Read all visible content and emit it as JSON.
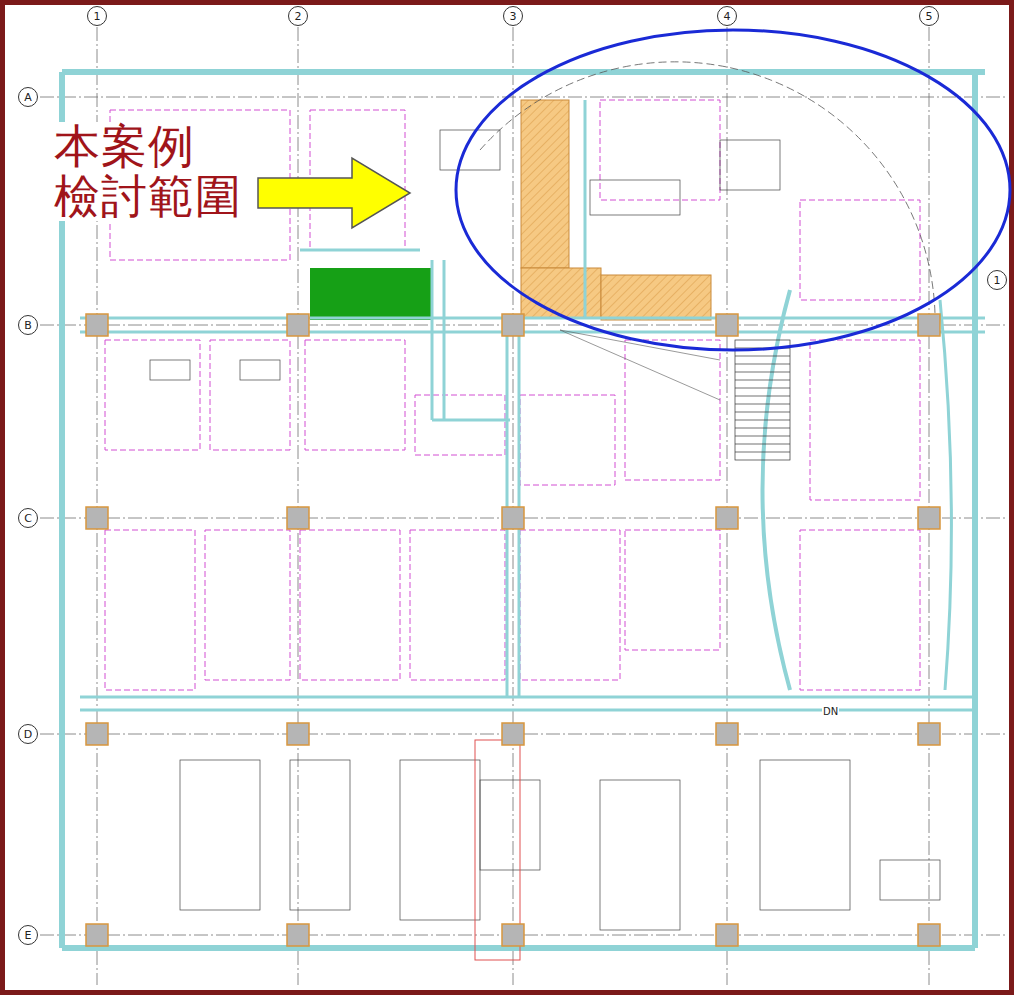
{
  "diagram": {
    "nodes": [
      {
        "text": [
          "1"
        ]
      },
      {
        "text": [
          "2"
        ]
      },
      {
        "text": [
          "3"
        ]
      },
      {
        "text": [
          "4"
        ]
      },
      {
        "text": [
          "5"
        ]
      },
      {
        "text": [
          "A"
        ]
      },
      {
        "text": [
          "B"
        ]
      },
      {
        "text": [
          "C"
        ]
      },
      {
        "text": [
          "D"
        ]
      },
      {
        "text": [
          "E"
        ]
      },
      {
        "text": [
          "1"
        ]
      }
    ],
    "labels": [
      "本案例 檢討範圍",
      "DN"
    ]
  }
}
